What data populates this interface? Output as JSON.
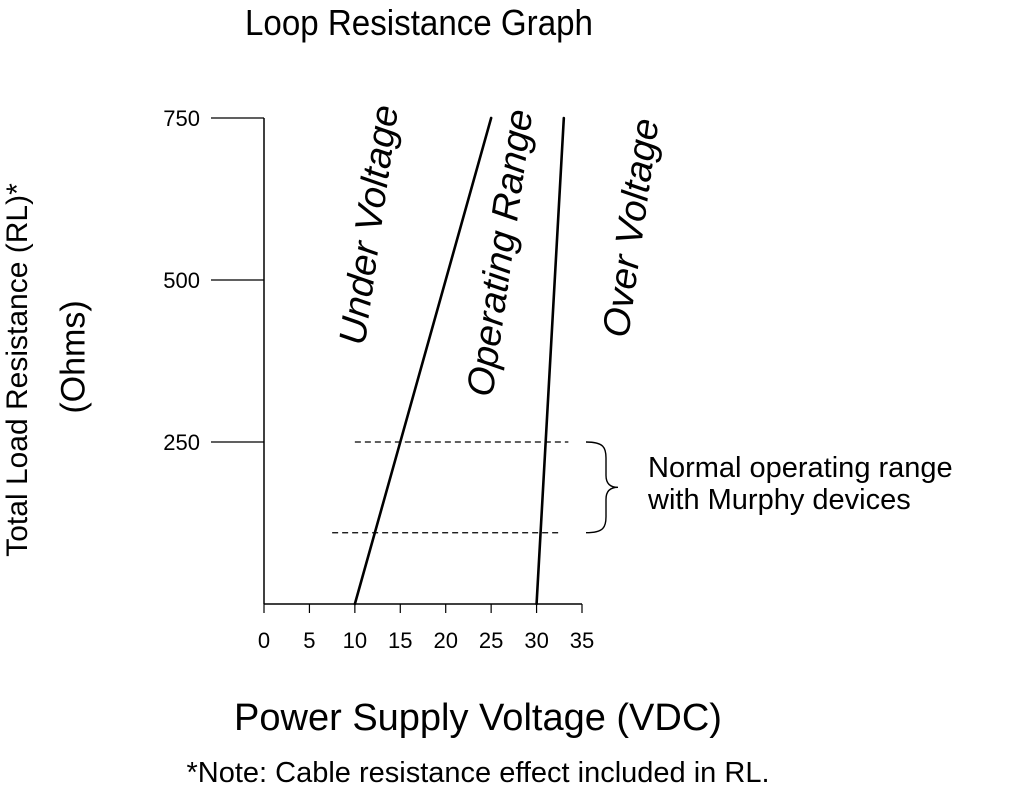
{
  "chart_data": {
    "type": "line",
    "title": "Loop Resistance Graph",
    "xlabel": "Power Supply Voltage (VDC)",
    "ylabel_lines": [
      "Total Load Resistance (RL)*",
      "(Ohms)"
    ],
    "footnote": "*Note: Cable resistance effect included in RL.",
    "xlim": [
      0,
      35
    ],
    "ylim": [
      0,
      750
    ],
    "x_ticks": [
      "0",
      "5",
      "10",
      "15",
      "20",
      "25",
      "30",
      "35"
    ],
    "y_ticks": [
      "250",
      "500",
      "750"
    ],
    "grid": false,
    "series": [
      {
        "points": [
          [
            10,
            0
          ],
          [
            25,
            750
          ]
        ]
      },
      {
        "points": [
          [
            30,
            0
          ],
          [
            33,
            750
          ]
        ]
      }
    ],
    "region_labels": [
      "Under Voltage",
      "Operating Range",
      "Over Voltage"
    ],
    "reference_lines": [
      {
        "y": 250,
        "x_range": [
          10,
          33.5
        ]
      },
      {
        "y": 110,
        "x_range": [
          7.5,
          32.5
        ]
      }
    ],
    "annotation": "Normal operating range\nwith Murphy devices"
  }
}
